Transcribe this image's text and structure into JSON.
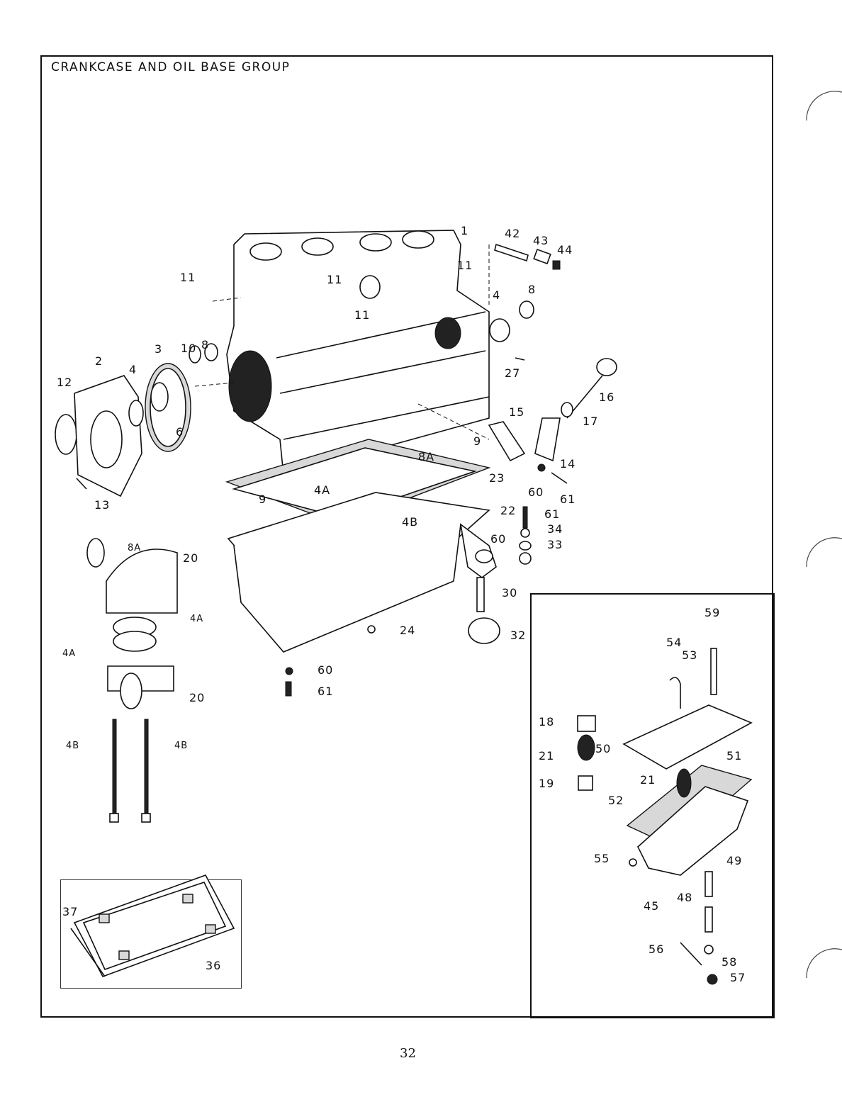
{
  "title": "CRANKCASE AND OIL BASE GROUP",
  "page_number": "32",
  "labels": [
    "1",
    "42",
    "43",
    "44",
    "11",
    "11",
    "11",
    "11",
    "4",
    "8",
    "3",
    "10",
    "8",
    "2",
    "4",
    "12",
    "27",
    "16",
    "17",
    "15",
    "6",
    "9",
    "8A",
    "14",
    "23",
    "60",
    "61",
    "13",
    "9",
    "4A",
    "22",
    "61",
    "4B",
    "34",
    "60",
    "33",
    "8A",
    "20",
    "30",
    "4A",
    "24",
    "32",
    "4A",
    "60",
    "61",
    "20",
    "4B",
    "4B",
    "59",
    "54",
    "53",
    "18",
    "21",
    "50",
    "51",
    "19",
    "21",
    "52",
    "55",
    "49",
    "48",
    "45",
    "56",
    "58",
    "57",
    "37",
    "36"
  ]
}
